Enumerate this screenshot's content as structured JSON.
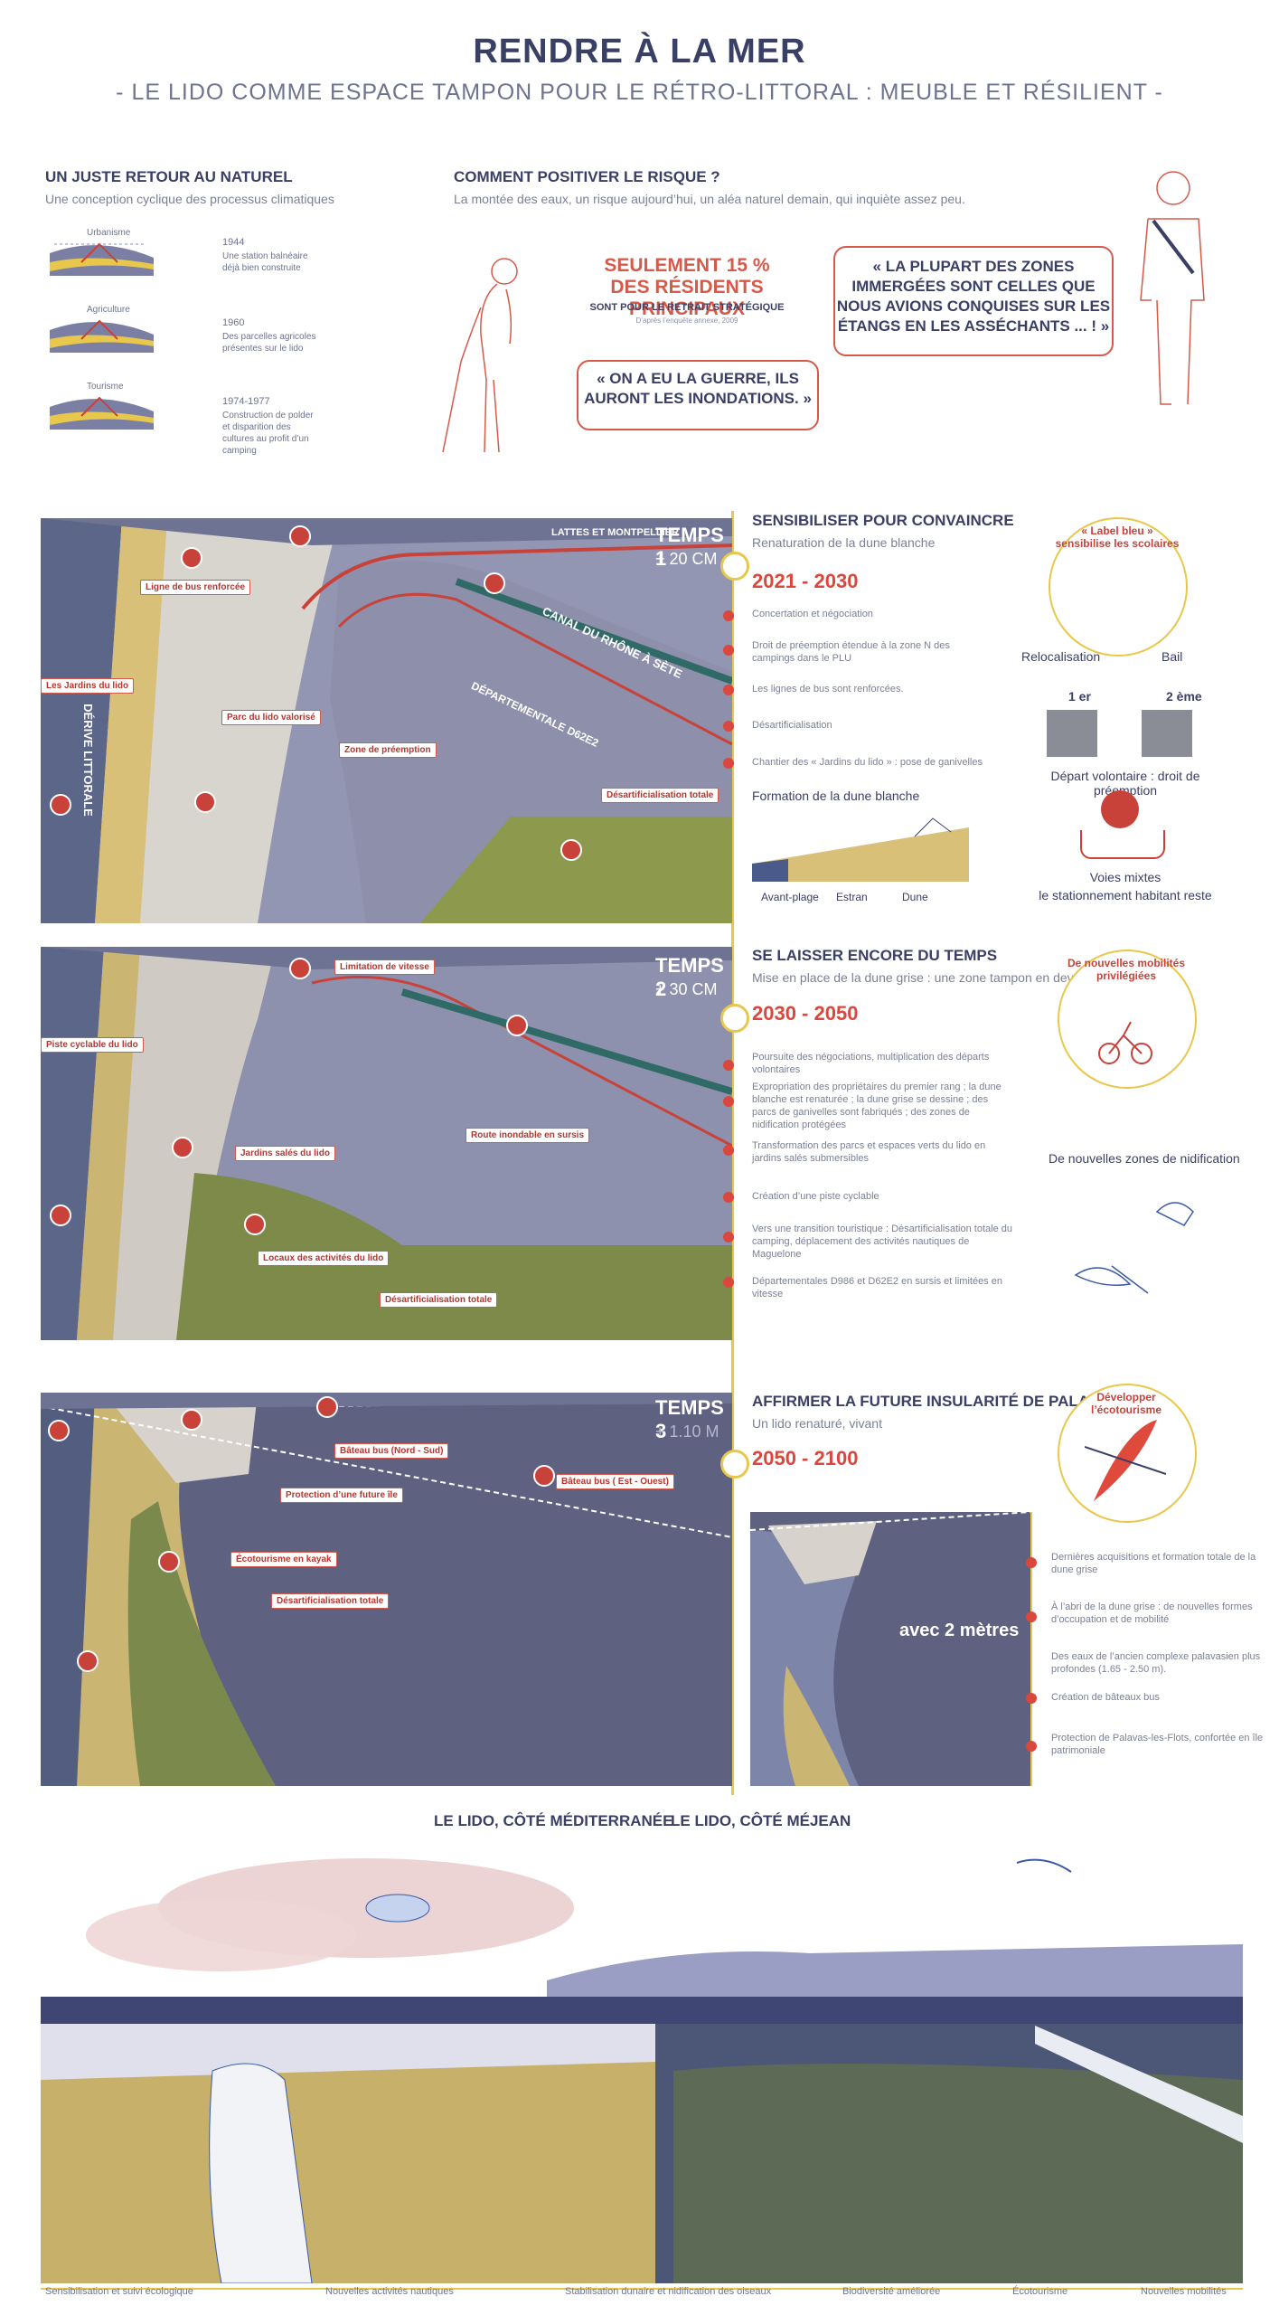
{
  "header": {
    "title": "RENDRE À LA MER",
    "subtitle": "- LE LIDO COMME ESPACE TAMPON POUR LE RÉTRO-LITTORAL : MEUBLE ET RÉSILIENT -"
  },
  "intro_left": {
    "heading": "UN JUSTE RETOUR AU NATUREL",
    "sub": "Une conception cyclique des processus climatiques",
    "items": [
      {
        "tag": "Urbanisme",
        "year": "1944",
        "text": "Une station balnéaire déjà bien construite"
      },
      {
        "tag": "Agriculture",
        "year": "1960",
        "text": "Des parcelles agricoles présentes sur le lido"
      },
      {
        "tag": "Tourisme",
        "year": "1974-1977",
        "text": "Construction de polder et disparition des cultures au profit d’un camping"
      }
    ]
  },
  "intro_right": {
    "heading": "COMMENT POSITIVER LE RISQUE ?",
    "sub": "La montée des eaux, un risque aujourd’hui, un aléa naturel demain, qui inquiète assez peu.",
    "stat_line1": "SEULEMENT 15 %",
    "stat_line2": "DES RÉSIDENTS PRINCIPAUX",
    "stat_line3": "SONT POUR LE RETRAIT STRATÉGIQUE",
    "stat_source": "D’après l’enquête annexe, 2009",
    "quote_left": "« ON A EU LA GUERRE, ILS AURONT LES INONDATIONS. »",
    "quote_right": "« LA PLUPART DES ZONES IMMERGÉES SONT CELLES QUE NOUS AVIONS CONQUISES SUR LES ÉTANGS EN LES ASSÉCHANTS ... ! »"
  },
  "temps1": {
    "temps": "TEMPS 1",
    "level": "+ 20 CM",
    "map_labels": {
      "lattes": "LATTES ET MONTPELLIER",
      "canal": "CANAL DU RHÔNE À SÈTE",
      "departementale": "DÉPARTEMENTALE D62E2",
      "derive": "DÉRIVE LITTORALE",
      "bus": "Ligne de bus renforcée",
      "jardins": "Les Jardins du lido",
      "parc": "Parc du lido valorisé",
      "zone": "Zone de préemption",
      "desart": "Désartificialisation totale"
    },
    "heading": "SENSIBILISER POUR CONVAINCRE",
    "sub": "Renaturation de la dune blanche",
    "dates": "2021 - 2030",
    "steps": [
      "Concertation et négociation",
      "Droit de préemption étendue à la zone N des campings dans le PLU",
      "Les lignes de bus sont renforcées.",
      "Désartificialisation",
      "Chantier des « Jardins du lido » : pose de ganivelles"
    ],
    "dune_title": "Formation de la dune blanche",
    "dune_labels": [
      "Avant-plage",
      "Estran",
      "Dune"
    ],
    "side_title": "« Label bleu » sensibilise les scolaires",
    "reloc": "Relocalisation",
    "bail": "Bail",
    "first": "1 er",
    "second": "2 ème",
    "depart": "Départ volontaire : droit de préemption",
    "voies": "Voies mixtes",
    "stationnement": "le stationnement habitant reste"
  },
  "temps2": {
    "temps": "TEMPS 2",
    "level": "+ 30 CM",
    "map_labels": {
      "vitesse": "Limitation de vitesse",
      "piste": "Piste cyclable du lido",
      "jardins": "Jardins salés du lido",
      "route": "Route inondable en sursis",
      "locaux": "Locaux des activités du lido",
      "desart": "Désartificialisation totale"
    },
    "heading": "SE LAISSER ENCORE DU TEMPS",
    "sub": "Mise en place de la dune grise : une zone tampon en devenir",
    "dates": "2030 - 2050",
    "steps": [
      "Poursuite des négociations, multiplication des départs volontaires",
      "Expropriation des propriétaires du premier rang ; la dune blanche est renaturée ; la dune grise se dessine ; des parcs de ganivelles sont fabriqués ; des zones de nidification protégées",
      "Transformation des parcs et espaces verts du lido en jardins salés submersibles",
      "Création d’une piste cyclable",
      "Vers une transition touristique : Désartificialisation totale du camping, déplacement des activités nautiques de Maguelone",
      "Départementales D986 et D62E2 en sursis et limitées en vitesse"
    ],
    "side_title": "De nouvelles mobilités privilégiées",
    "nid_title": "De nouvelles zones de nidification"
  },
  "temps3": {
    "temps": "TEMPS 3",
    "level": "+ 1.10 M",
    "map_labels": {
      "bateau_ns": "Bâteau bus (Nord - Sud)",
      "bateau_eo": "Bâteau bus ( Est - Ouest)",
      "protection": "Protection d’une future île",
      "kayak": "Écotourisme en kayak",
      "desart": "Désartificialisation totale"
    },
    "heading": "AFFIRMER LA FUTURE INSULARITÉ DE PALAVAS",
    "sub": "Un lido renaturé, vivant",
    "dates": "2050 - 2100",
    "inset_label": "avec 2 mètres",
    "steps": [
      "Dernières acquisitions et formation totale de la dune grise",
      "À l’abri de la dune grise : de nouvelles formes d’occupation et de mobilité",
      "Des eaux de l’ancien complexe palavasien plus profondes (1.65 - 2.50 m).",
      "Création de bâteaux bus",
      "Protection de Palavas-les-Flots, confortée en île patrimoniale"
    ],
    "side_title": "Développer l’écotourisme"
  },
  "bottom": {
    "left_title": "LE LIDO, CÔTÉ MÉDITERRANÉE",
    "right_title": "LE LIDO, CÔTÉ MÉJEAN",
    "legend": [
      "Sensibilisation et suivi écologique",
      "Nouvelles activités nautiques",
      "Stabilisation dunaire et nidification des oiseaux",
      "Biodiversité améliorée",
      "Écotourisme",
      "Nouvelles mobilités"
    ]
  },
  "colors": {
    "accent": "#d9473d",
    "navy": "#3a3f66",
    "timeline": "#e8c84c",
    "water": "#5e6180"
  }
}
